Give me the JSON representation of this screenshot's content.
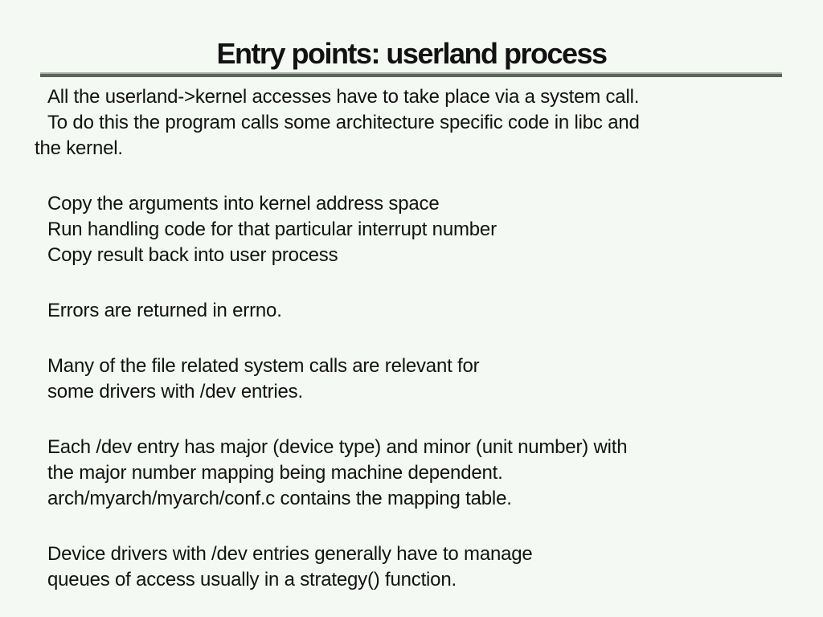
{
  "slide": {
    "title": "Entry points: userland process",
    "paragraphs": [
      {
        "lines": [
          "All the userland->kernel accesses have to take place via a system call.",
          "To do this the program calls some architecture specific code in libc and",
          "the kernel."
        ]
      },
      {
        "lines": [
          "Copy the arguments into kernel address space",
          "Run handling code for that particular interrupt number",
          "Copy result back into user process"
        ]
      },
      {
        "lines": [
          "Errors are returned in errno."
        ]
      },
      {
        "lines": [
          "Many of the file related system calls are relevant for",
          "some drivers with /dev entries."
        ]
      },
      {
        "lines": [
          "Each /dev entry has major (device type) and minor (unit number) with",
          "the major number mapping being machine dependent.",
          "arch/myarch/myarch/conf.c contains the mapping table."
        ]
      },
      {
        "lines": [
          "Device drivers with /dev entries generally have to manage",
          "queues of access usually in a strategy() function."
        ]
      }
    ]
  },
  "colors": {
    "background": "#f4f9f3",
    "text": "#121212",
    "rule_light": "#a9b1a9",
    "rule_dark": "#5b635b"
  }
}
